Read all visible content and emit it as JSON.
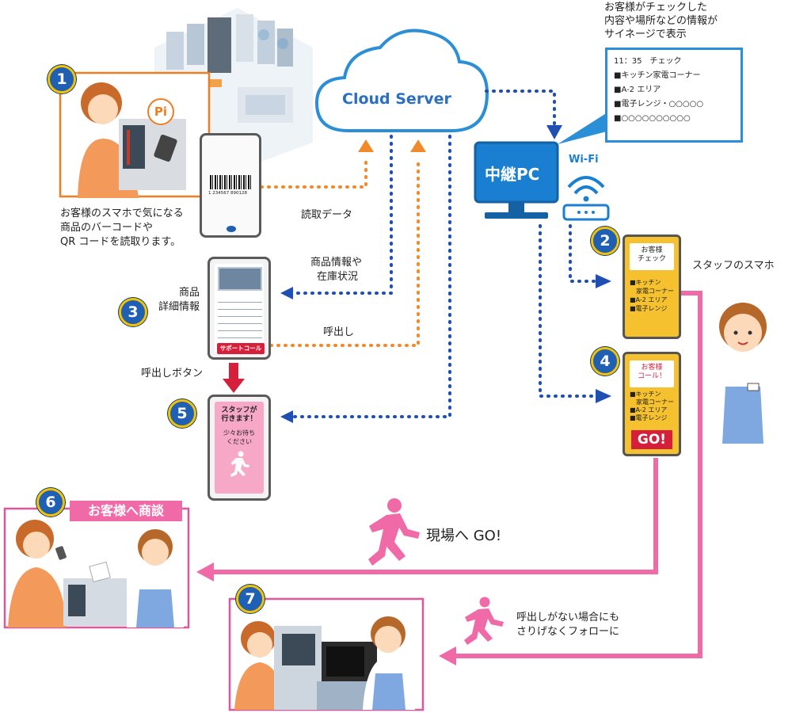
{
  "cloud": {
    "label": "Cloud Server"
  },
  "pc": {
    "label": "中継PC"
  },
  "wifi": {
    "label": "Wi-Fi"
  },
  "signage": {
    "caption": [
      "お客様がチェックした",
      "内容や場所などの情報が",
      "サイネージで表示"
    ],
    "lines": [
      "11：35　チェック",
      "■キッチン家電コーナー",
      "■A-2 エリア",
      "■電子レンジ・○○○○○",
      "■○○○○○○○○○○"
    ]
  },
  "barcode": {
    "digits": "1 234567 890128"
  },
  "pi": {
    "label": "Pi"
  },
  "steps": {
    "s1": {
      "num": "1",
      "text": [
        "お客様のスマホで気になる",
        "商品のバーコードや",
        "QR コードを読取ります。"
      ]
    },
    "s2": {
      "num": "2",
      "card_title": [
        "お客様",
        "チェック"
      ],
      "card_lines": [
        "■キッチン",
        "　家電コーナー",
        "■A-2 エリア",
        "■電子レンジ"
      ],
      "label": "スタッフのスマホ"
    },
    "s3": {
      "num": "3",
      "label": [
        "商品",
        "詳細情報"
      ],
      "button": "サポートコール"
    },
    "s4": {
      "num": "4",
      "card_title": [
        "お客様",
        "コール！"
      ],
      "card_lines": [
        "■キッチン",
        "　家電コーナー",
        "■A-2 エリア",
        "■電子レンジ"
      ],
      "go": "GO!"
    },
    "s5": {
      "num": "5",
      "title": [
        "スタッフが",
        "行きます！"
      ],
      "sub": [
        "少々お待ち",
        "ください"
      ]
    },
    "s6": {
      "num": "6",
      "banner": "お客様へ商談"
    },
    "s7": {
      "num": "7"
    }
  },
  "flows": {
    "read_data": "読取データ",
    "product_info": [
      "商品情報や",
      "在庫状況"
    ],
    "call": "呼出し",
    "call_button": "呼出しボタン",
    "go_site": "現場へ GO!",
    "follow": [
      "呼出しがない場合にも",
      "さりげなくフォローに"
    ]
  },
  "colors": {
    "blue": "#1f4fb3",
    "orange": "#f08a2a",
    "pink": "#f06aa8",
    "cloud": "#2a8fd6"
  }
}
